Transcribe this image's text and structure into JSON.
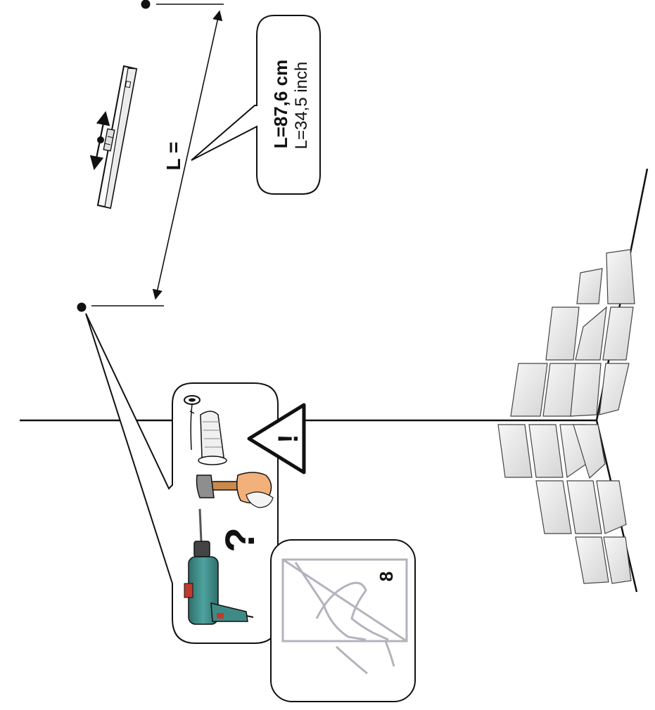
{
  "measurement": {
    "dimension_symbol": "L =",
    "value_cm": "L=87,6 cm",
    "value_inch": "L=34,5 inch"
  },
  "tool_callout": {
    "question_mark": "?",
    "warning_mark": "!"
  },
  "sticker_callout": {
    "count": "8"
  },
  "icons": {
    "spirit_level": "spirit-level-icon",
    "drill": "drill-icon",
    "hammer": "hammer-icon",
    "wall_plug": "wall-plug-icon",
    "screw": "screw-icon",
    "warning": "warning-triangle-icon",
    "sticker_sheet": "adhesive-sticker-icon",
    "tiled_wall": "tiled-wall-corner"
  },
  "colors": {
    "line": "#111111",
    "drill_body": "#3f8a86",
    "drill_accent": "#c03a2e",
    "hand_skin": "#f2b07a",
    "hammer_handle": "#c98a4b",
    "tile_fill": "#e7e7e7",
    "sticker_outline": "#b3b3bd"
  }
}
